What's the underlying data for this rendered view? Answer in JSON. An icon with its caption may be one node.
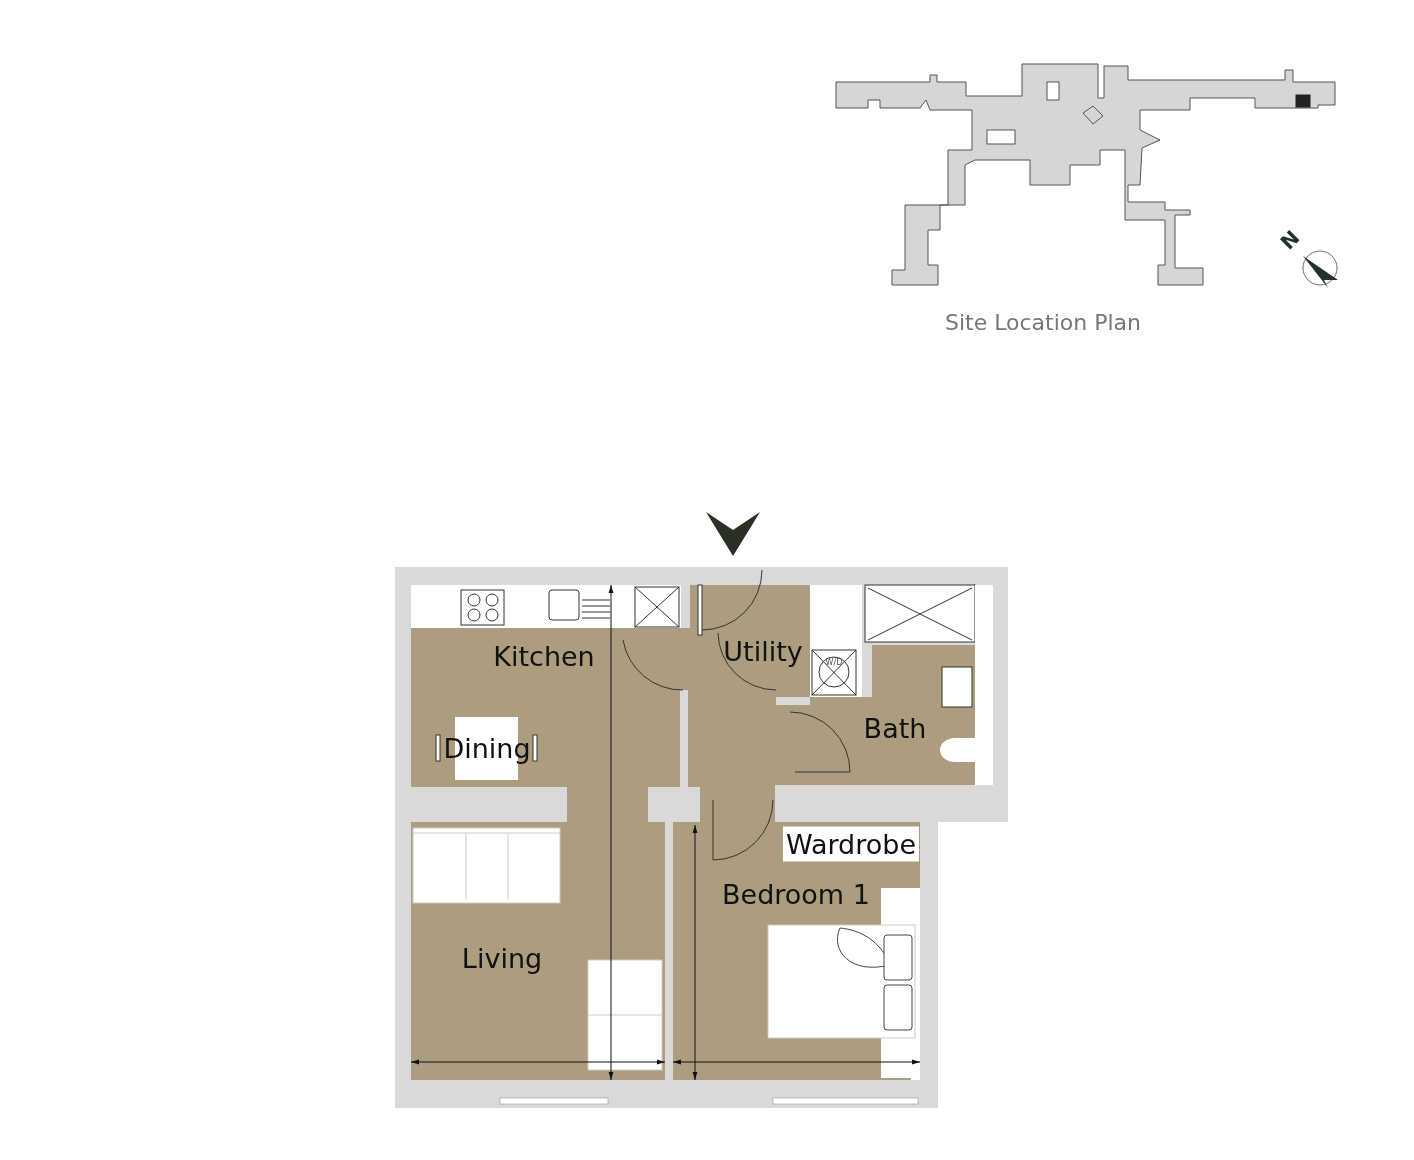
{
  "diagram": {
    "labels": [
      "N",
      "Site Location Plan",
      "Kitchen",
      "Utility",
      "W/D",
      "Bath",
      "Dining",
      "Wardrobe",
      "Bedroom 1",
      "Living"
    ]
  }
}
